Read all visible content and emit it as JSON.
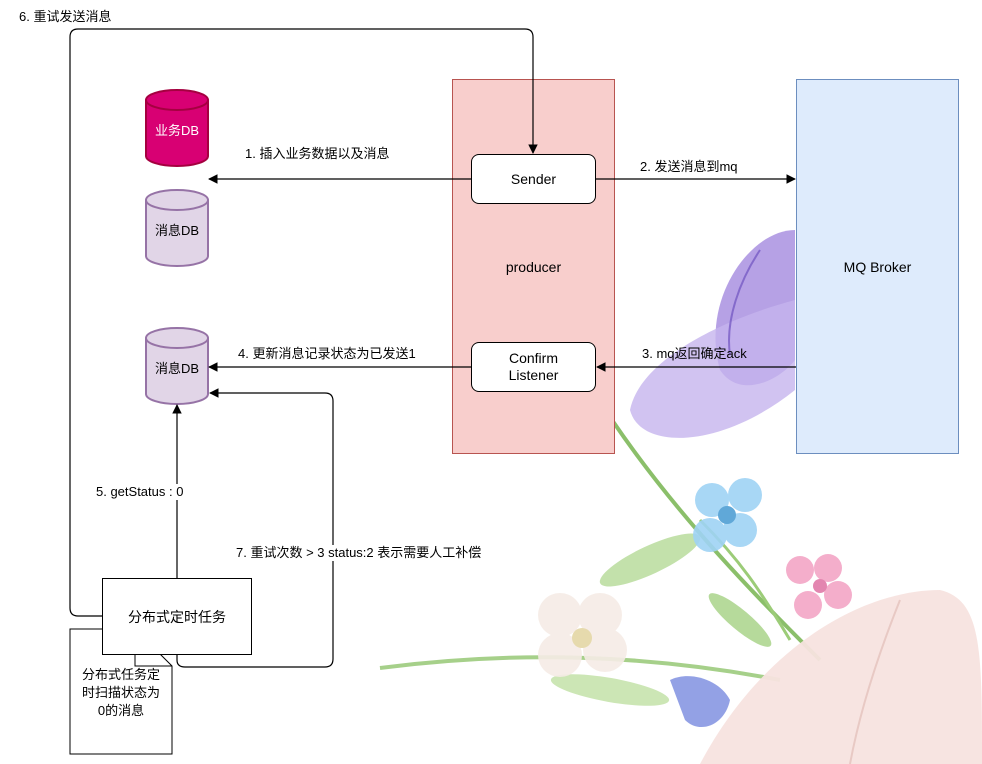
{
  "nodes": {
    "biz_db": "业务DB",
    "msg_db_top": "消息DB",
    "msg_db_bottom": "消息DB",
    "producer": "producer",
    "sender": "Sender",
    "confirm_listener_line1": "Confirm",
    "confirm_listener_line2": "Listener",
    "broker": "MQ Broker",
    "scheduler": "分布式定时任务",
    "note_line1": "分布式任务定",
    "note_line2": "时扫描状态为",
    "note_line3": "0的消息"
  },
  "edges": {
    "e1": "1. 插入业务数据以及消息",
    "e2": "2. 发送消息到mq",
    "e3": "3. mq返回确定ack",
    "e4": "4. 更新消息记录状态为已发送1",
    "e5": "5. getStatus : 0",
    "e6": "6. 重试发送消息",
    "e7": "7. 重试次数 > 3 status:2 表示需要人工补偿"
  },
  "colors": {
    "biz_db_fill": "#d80073",
    "msg_db_fill": "#e1d5e7",
    "msg_db_stroke": "#9673a6",
    "producer_fill": "#f8cecc",
    "producer_stroke": "#b85450",
    "broker_fill": "#dae8fc",
    "broker_stroke": "#6c8ebf"
  }
}
